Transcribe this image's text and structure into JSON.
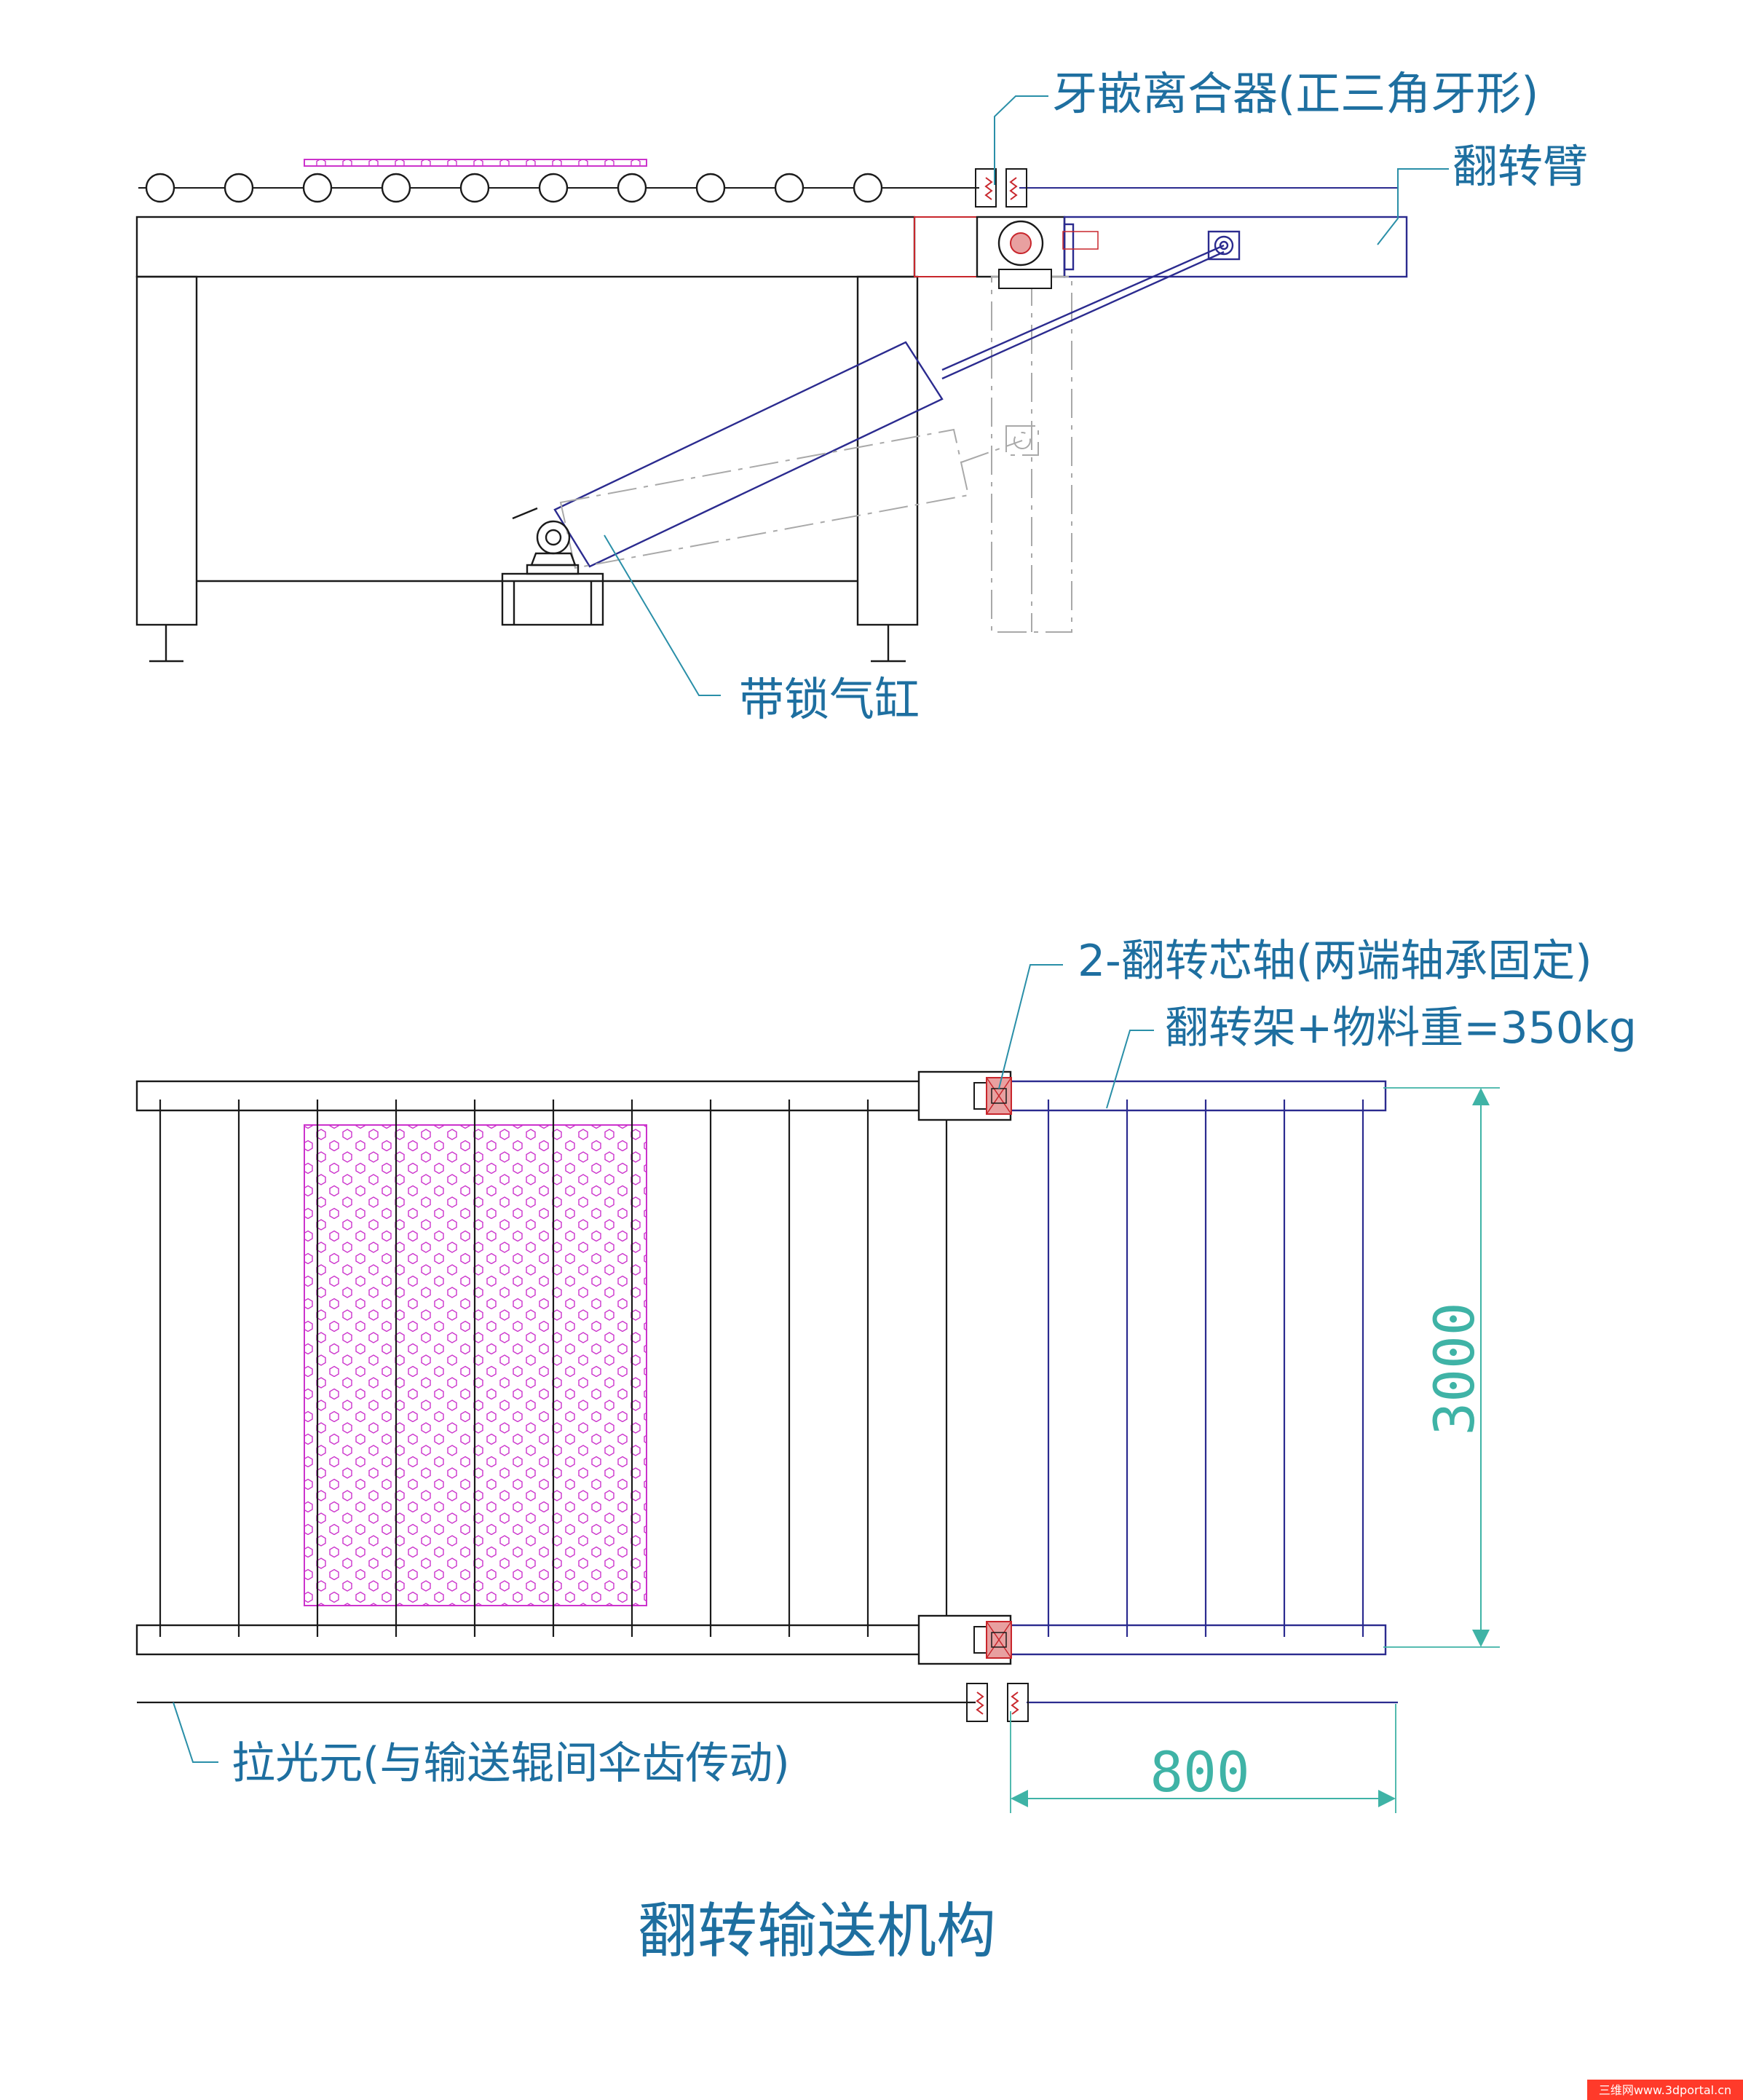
{
  "labels": {
    "dog_clutch": "牙嵌离合器(正三角牙形)",
    "flip_arm": "翻转臂",
    "locking_cylinder": "带锁气缸",
    "flip_shaft": "2-翻转芯轴(两端轴承固定)",
    "frame_weight": "翻转架+物料重=350kg",
    "drive_axle": "拉光元(与输送辊间伞齿传动)"
  },
  "dimensions": {
    "height": "3000",
    "width": "800"
  },
  "title": "翻转输送机构",
  "watermark": "三维网www.3dportal.cn",
  "colors": {
    "frame_line": "#1a1a1a",
    "arm_line": "#2b2b8f",
    "phantom_line": "#a9a9a9",
    "red_line": "#c8262c",
    "hex_pattern": "#cc33cc",
    "leader_line": "#2a8fa8",
    "label_text": "#1e6fa0",
    "dimension": "#3fb3a6"
  }
}
